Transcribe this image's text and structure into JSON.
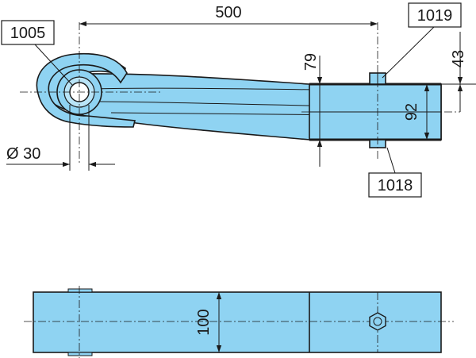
{
  "colors": {
    "part_fill": "#8fd3f2",
    "line": "#1a1a1a",
    "background": "#ffffff"
  },
  "dimensions": {
    "length": "500",
    "eye_height": "79",
    "pad_height": "43",
    "thickness": "92",
    "bore_diameter": "Ø 30",
    "width": "100"
  },
  "part_tags": {
    "eye_bushing": "1005",
    "upper_bolt": "1019",
    "lower_bolt": "1018"
  }
}
